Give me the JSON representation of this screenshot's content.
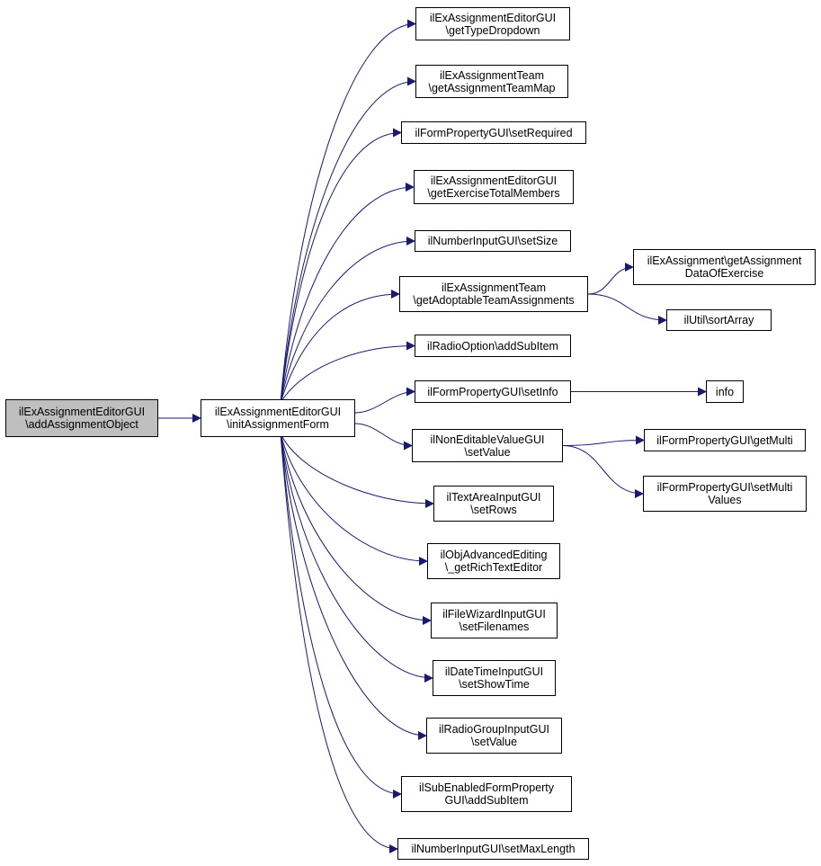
{
  "graph": {
    "nodes": [
      {
        "id": "root",
        "lines": [
          "ilExAssignmentEditorGUI",
          "\\addAssignmentObject"
        ],
        "root": true
      },
      {
        "id": "init",
        "lines": [
          "ilExAssignmentEditorGUI",
          "\\initAssignmentForm"
        ]
      },
      {
        "id": "getTypeDropdown",
        "lines": [
          "ilExAssignmentEditorGUI",
          "\\getTypeDropdown"
        ]
      },
      {
        "id": "getAssignmentTeamMap",
        "lines": [
          "ilExAssignmentTeam",
          "\\getAssignmentTeamMap"
        ]
      },
      {
        "id": "setRequired",
        "lines": [
          "ilFormPropertyGUI\\setRequired"
        ]
      },
      {
        "id": "getExerciseTotalMembers",
        "lines": [
          "ilExAssignmentEditorGUI",
          "\\getExerciseTotalMembers"
        ]
      },
      {
        "id": "setSize",
        "lines": [
          "ilNumberInputGUI\\setSize"
        ]
      },
      {
        "id": "getAdoptable",
        "lines": [
          "ilExAssignmentTeam",
          "\\getAdoptableTeamAssignments"
        ]
      },
      {
        "id": "getAssignmentData",
        "lines": [
          "ilExAssignment\\getAssignment",
          "DataOfExercise"
        ]
      },
      {
        "id": "sortArray",
        "lines": [
          "ilUtil\\sortArray"
        ]
      },
      {
        "id": "addSubItemRadio",
        "lines": [
          "ilRadioOption\\addSubItem"
        ]
      },
      {
        "id": "setInfo",
        "lines": [
          "ilFormPropertyGUI\\setInfo"
        ]
      },
      {
        "id": "info",
        "lines": [
          "info"
        ]
      },
      {
        "id": "nonEditSetValue",
        "lines": [
          "ilNonEditableValueGUI",
          "\\setValue"
        ]
      },
      {
        "id": "getMulti",
        "lines": [
          "ilFormPropertyGUI\\getMulti"
        ]
      },
      {
        "id": "setMultiValues",
        "lines": [
          "ilFormPropertyGUI\\setMulti",
          "Values"
        ]
      },
      {
        "id": "setRows",
        "lines": [
          "ilTextAreaInputGUI",
          "\\setRows"
        ]
      },
      {
        "id": "richText",
        "lines": [
          "ilObjAdvancedEditing",
          "\\_getRichTextEditor"
        ]
      },
      {
        "id": "setFilenames",
        "lines": [
          "ilFileWizardInputGUI",
          "\\setFilenames"
        ]
      },
      {
        "id": "setShowTime",
        "lines": [
          "ilDateTimeInputGUI",
          "\\setShowTime"
        ]
      },
      {
        "id": "radioGroupSetValue",
        "lines": [
          "ilRadioGroupInputGUI",
          "\\setValue"
        ]
      },
      {
        "id": "subEnabledAddSubItem",
        "lines": [
          "ilSubEnabledFormProperty",
          "GUI\\addSubItem"
        ]
      },
      {
        "id": "setMaxLength",
        "lines": [
          "ilNumberInputGUI\\setMaxLength"
        ]
      }
    ],
    "edges": [
      [
        "root",
        "init"
      ],
      [
        "init",
        "getTypeDropdown"
      ],
      [
        "init",
        "getAssignmentTeamMap"
      ],
      [
        "init",
        "setRequired"
      ],
      [
        "init",
        "getExerciseTotalMembers"
      ],
      [
        "init",
        "setSize"
      ],
      [
        "init",
        "getAdoptable"
      ],
      [
        "init",
        "addSubItemRadio"
      ],
      [
        "init",
        "setInfo"
      ],
      [
        "init",
        "nonEditSetValue"
      ],
      [
        "init",
        "setRows"
      ],
      [
        "init",
        "richText"
      ],
      [
        "init",
        "setFilenames"
      ],
      [
        "init",
        "setShowTime"
      ],
      [
        "init",
        "radioGroupSetValue"
      ],
      [
        "init",
        "subEnabledAddSubItem"
      ],
      [
        "init",
        "setMaxLength"
      ],
      [
        "getAdoptable",
        "getAssignmentData"
      ],
      [
        "getAdoptable",
        "sortArray"
      ],
      [
        "setInfo",
        "info"
      ],
      [
        "nonEditSetValue",
        "getMulti"
      ],
      [
        "nonEditSetValue",
        "setMultiValues"
      ]
    ],
    "colors": {
      "edge": "#191970",
      "root_fill": "#bfbfbf",
      "node_fill": "#ffffff",
      "border": "#000000"
    }
  }
}
